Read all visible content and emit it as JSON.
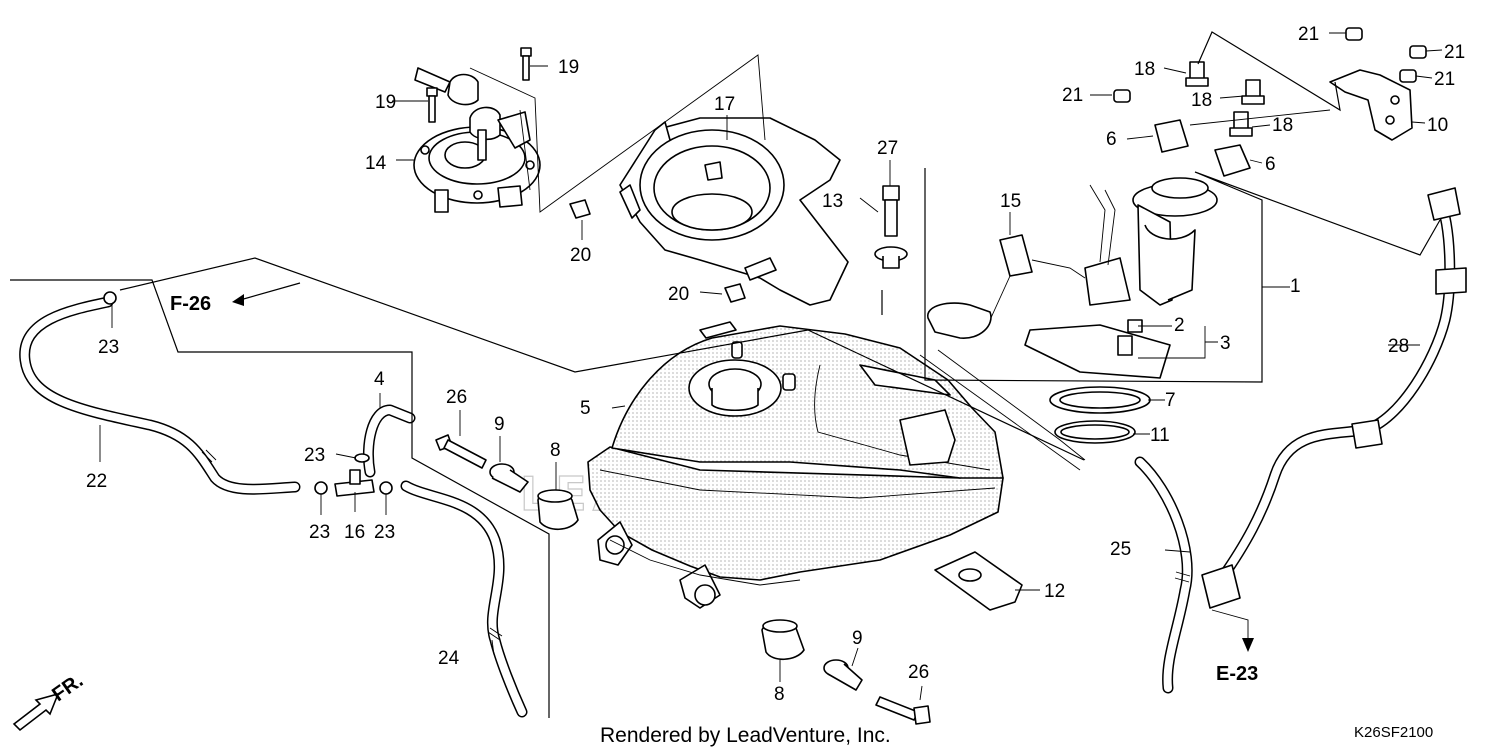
{
  "labels": {
    "p1": "1",
    "p2": "2",
    "p3": "3",
    "p4": "4",
    "p5": "5",
    "p6a": "6",
    "p6b": "6",
    "p7": "7",
    "p8a": "8",
    "p8b": "8",
    "p9a": "9",
    "p9b": "9",
    "p10": "10",
    "p11": "11",
    "p12": "12",
    "p13": "13",
    "p14": "14",
    "p15": "15",
    "p16": "16",
    "p17": "17",
    "p18a": "18",
    "p18b": "18",
    "p18c": "18",
    "p19a": "19",
    "p19b": "19",
    "p20a": "20",
    "p20b": "20",
    "p21a": "21",
    "p21b": "21",
    "p21c": "21",
    "p21d": "21",
    "p22": "22",
    "p23a": "23",
    "p23b": "23",
    "p23c": "23",
    "p23d": "23",
    "p24": "24",
    "p25": "25",
    "p26a": "26",
    "p26b": "26",
    "p27": "27",
    "p28": "28"
  },
  "refs": {
    "f26": "F-26",
    "e23": "E-23",
    "front": "FR."
  },
  "footer": {
    "credit": "Rendered by LeadVenture, Inc.",
    "code": "K26SF2100"
  }
}
